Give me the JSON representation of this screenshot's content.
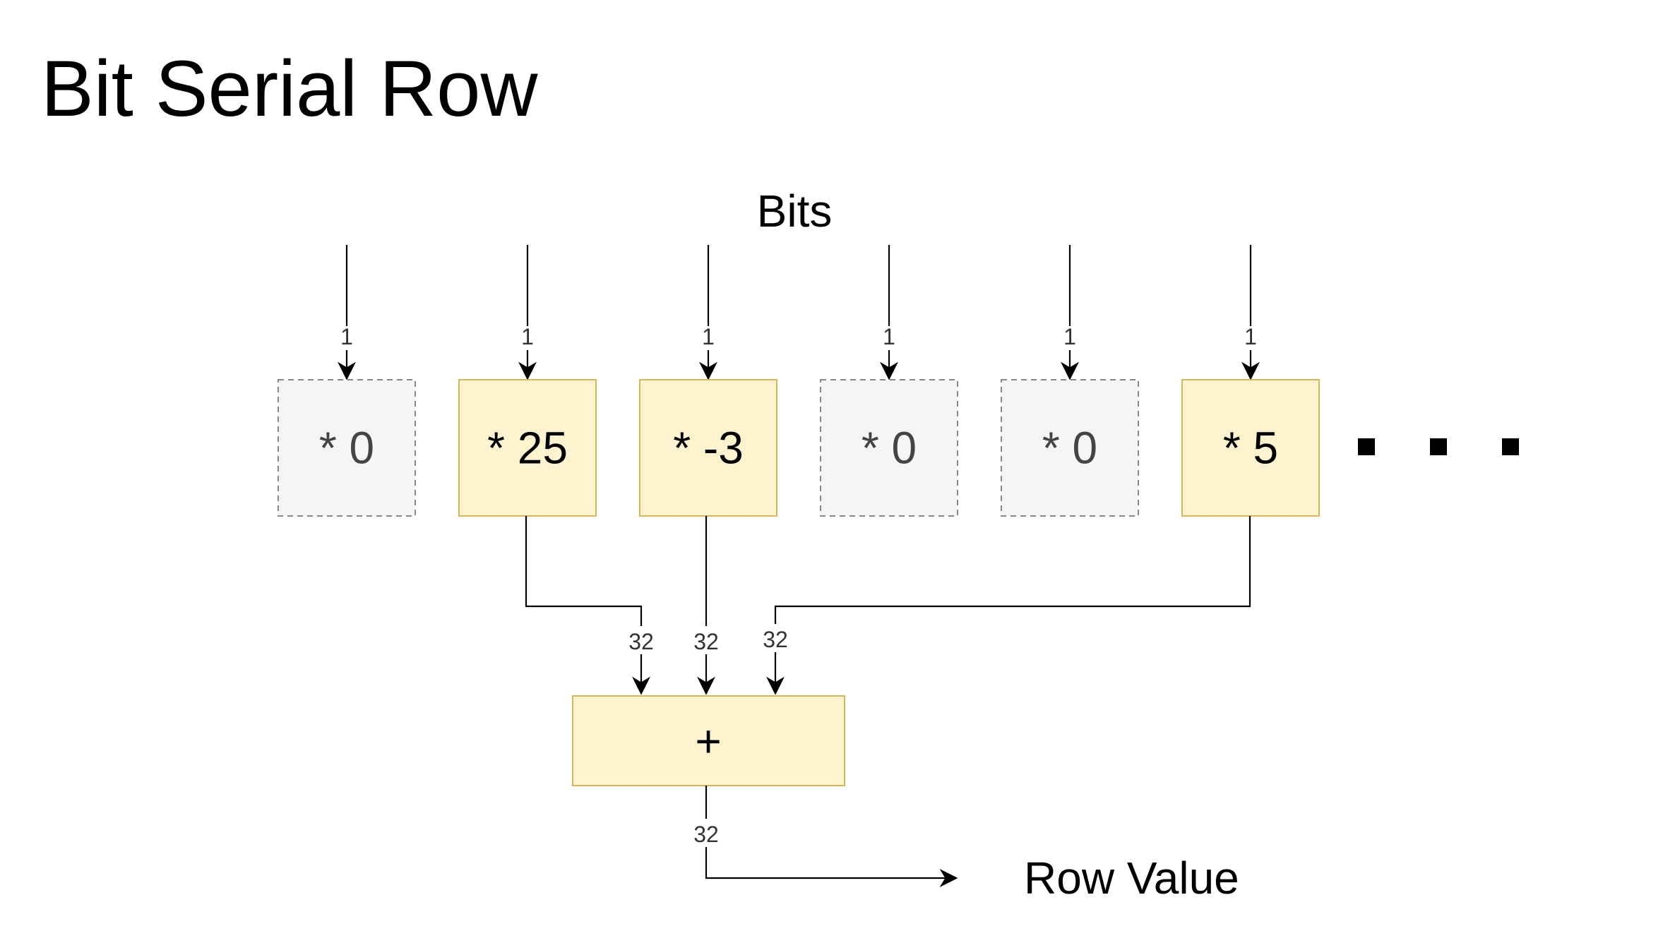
{
  "title": "Bit Serial Row",
  "input_label": "Bits",
  "output_label": "Row Value",
  "adder_label": "+",
  "input_width": "1",
  "sum_width": "32",
  "output_width": "32",
  "cells": [
    {
      "label": "* 0",
      "active": false
    },
    {
      "label": "* 25",
      "active": true
    },
    {
      "label": "* -3",
      "active": true
    },
    {
      "label": "* 0",
      "active": false
    },
    {
      "label": "* 0",
      "active": false
    },
    {
      "label": "* 5",
      "active": true
    }
  ],
  "colors": {
    "active_fill": "#fdf3cf",
    "active_stroke": "#d6b656",
    "inactive_fill": "#f5f5f5",
    "inactive_stroke": "#888888",
    "active_text": "#000000",
    "inactive_text": "#444444"
  },
  "icons": {
    "continuation": "ellipsis-squares-icon"
  }
}
